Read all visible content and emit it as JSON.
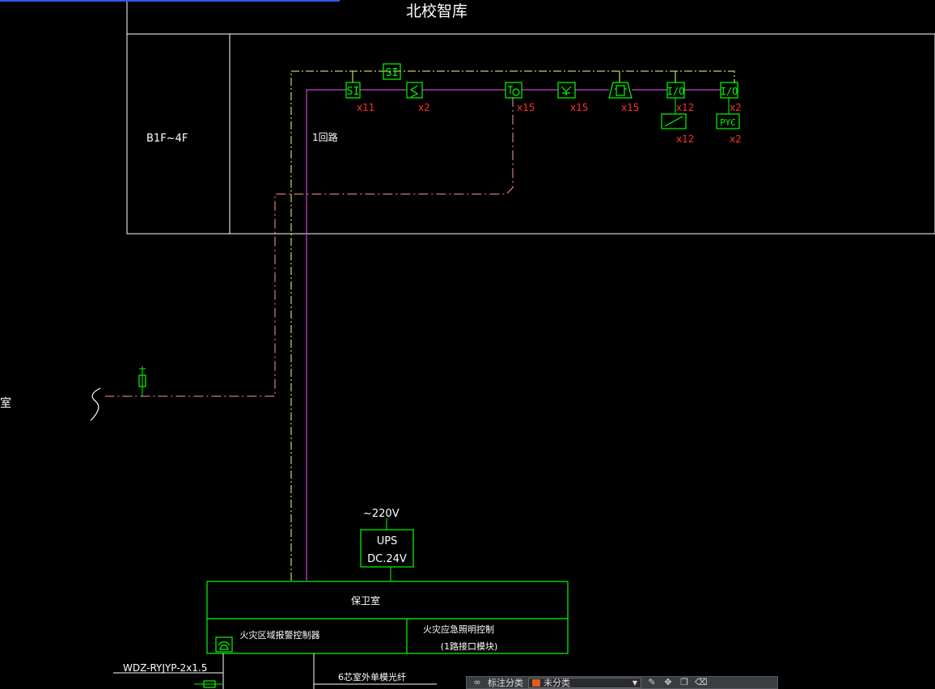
{
  "title": "北校智库",
  "floor_label": "B1F~4F",
  "loop_label": "1回路",
  "devices": [
    {
      "symbol": "SI",
      "count": "x11"
    },
    {
      "symbol": "S",
      "count": "x2"
    },
    {
      "symbol": "smoke-detector",
      "count": "x15"
    },
    {
      "symbol": "heat-detector",
      "count": "x15"
    },
    {
      "symbol": "sounder",
      "count": "x15"
    },
    {
      "symbol": "I/O",
      "count": "x12"
    },
    {
      "symbol": "I/O",
      "count": "x2"
    }
  ],
  "top_module": "SI",
  "sub_devices": [
    {
      "symbol": "damper",
      "count": "x12"
    },
    {
      "symbol": "PYC",
      "count": "x2"
    }
  ],
  "left_fragment": "室",
  "ups": {
    "supply": "~220V",
    "name": "UPS",
    "output": "DC.24V"
  },
  "control_room": {
    "name": "保卫室",
    "left_panel": "火灾区域报警控制器",
    "right_panel_line1": "火灾应急照明控制",
    "right_panel_line2": "(1路接口模块)"
  },
  "cable_label": "WDZ-RYJYP-2x1.5",
  "fiber_label": "6芯室外单模光纤",
  "toolbar": {
    "label": "标注分类",
    "selected": "未分类",
    "accent": "#e05a1a"
  },
  "colors": {
    "background": "#000000",
    "frame": "#ffffff",
    "power_line": "#ffff66",
    "signal_line": "#cc44cc",
    "dashdot_line": "#ff9999",
    "symbol": "#00ff00",
    "count": "#ff3030"
  }
}
